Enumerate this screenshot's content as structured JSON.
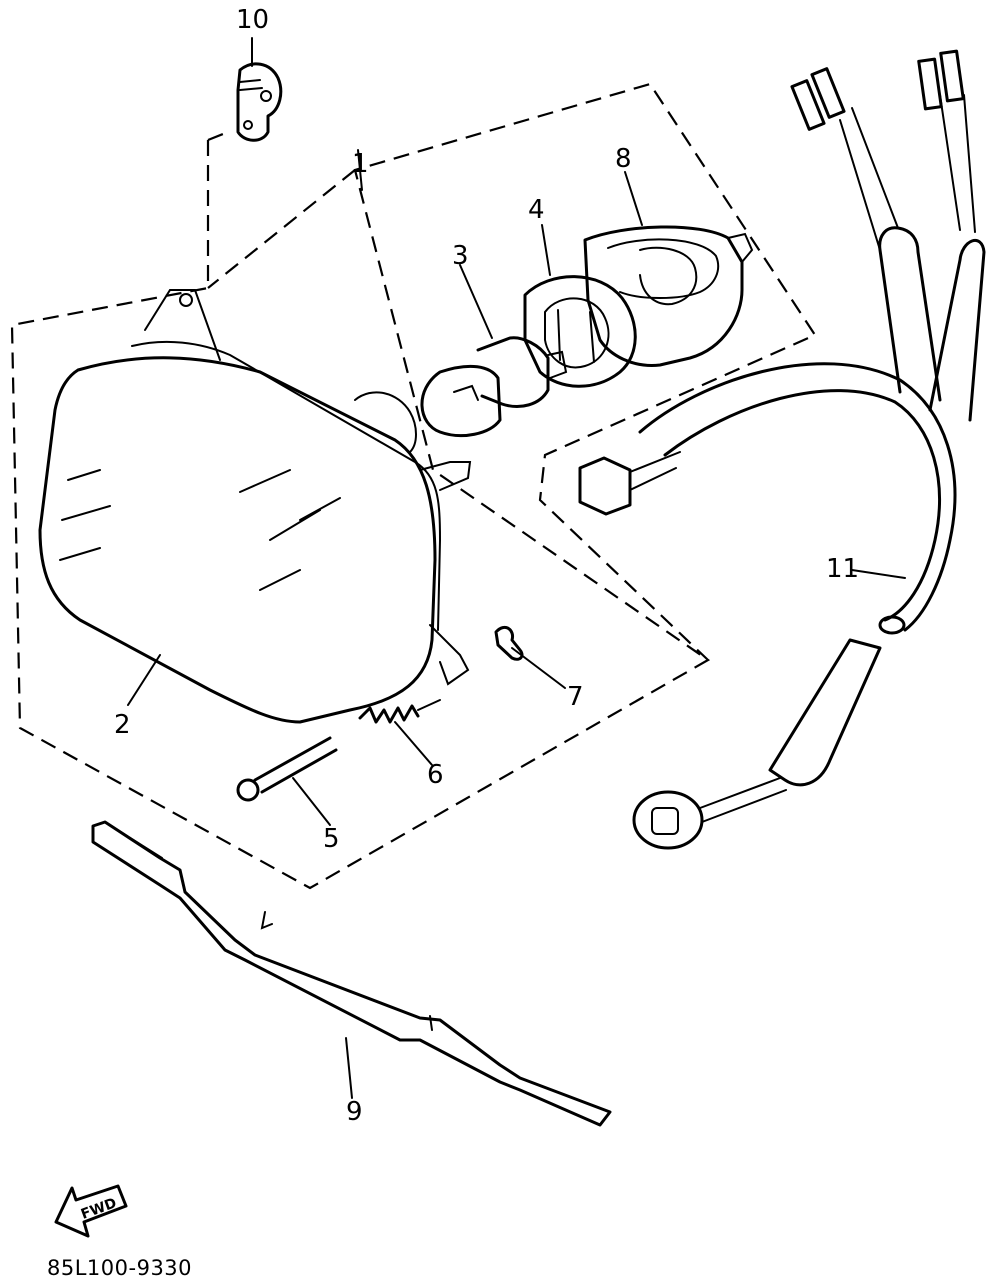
{
  "diagram": {
    "figure_id": "85L100-9330",
    "fwd_arrow_label": "FWD",
    "callouts": [
      {
        "id": "1",
        "part": "headlight-assembly"
      },
      {
        "id": "2",
        "part": "headlight-unit"
      },
      {
        "id": "3",
        "part": "bulb"
      },
      {
        "id": "4",
        "part": "bulb-socket"
      },
      {
        "id": "5",
        "part": "adjusting-screw"
      },
      {
        "id": "6",
        "part": "spring"
      },
      {
        "id": "7",
        "part": "clip"
      },
      {
        "id": "8",
        "part": "socket-cover"
      },
      {
        "id": "9",
        "part": "mounting-bracket-strip"
      },
      {
        "id": "10",
        "part": "cable-clamp"
      },
      {
        "id": "11",
        "part": "lead-wire"
      }
    ]
  }
}
